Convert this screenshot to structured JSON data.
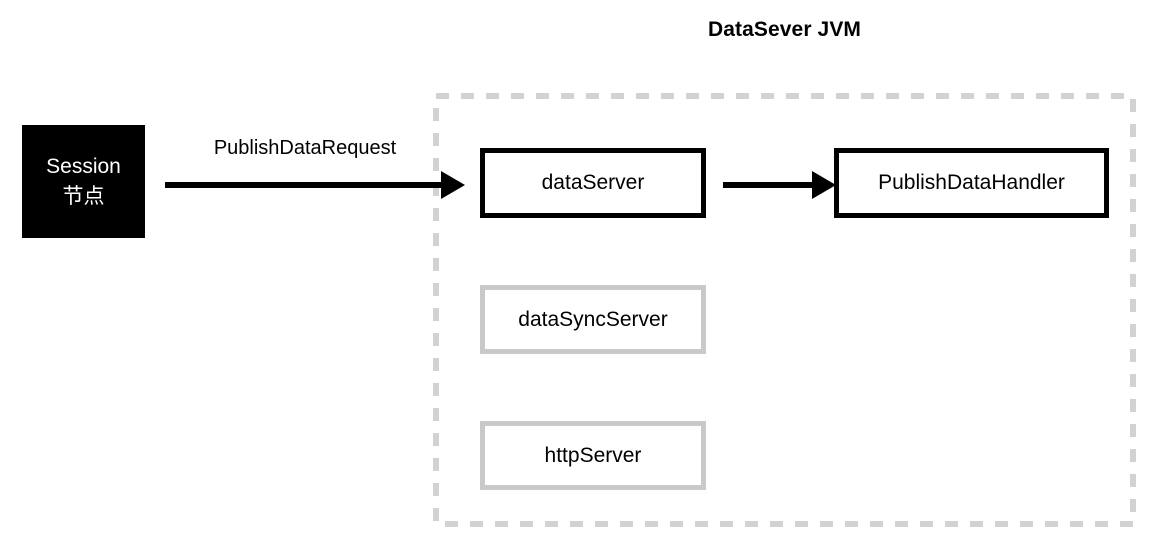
{
  "diagram": {
    "title": "DataSever JVM",
    "session_node": {
      "label_en": "Session",
      "label_cn": "节点"
    },
    "edges": [
      {
        "name": "session-to-dataserver",
        "label": "PublishDataRequest",
        "from": "Session 节点",
        "to": "dataServer"
      },
      {
        "name": "dataserver-to-publishdatahandler",
        "label": "",
        "from": "dataServer",
        "to": "PublishDataHandler"
      }
    ],
    "components": [
      {
        "id": "dataServer",
        "label": "dataServer",
        "style": "solid"
      },
      {
        "id": "publishDataHandler",
        "label": "PublishDataHandler",
        "style": "solid"
      },
      {
        "id": "dataSyncServer",
        "label": "dataSyncServer",
        "style": "muted"
      },
      {
        "id": "httpServer",
        "label": "httpServer",
        "style": "muted"
      }
    ],
    "colors": {
      "node_fill": "#000000",
      "node_text": "#ffffff",
      "box_border_active": "#000000",
      "box_border_muted": "#c9c9c9",
      "container_border": "#d2d2d2",
      "arrow": "#000000",
      "background": "#ffffff"
    }
  }
}
